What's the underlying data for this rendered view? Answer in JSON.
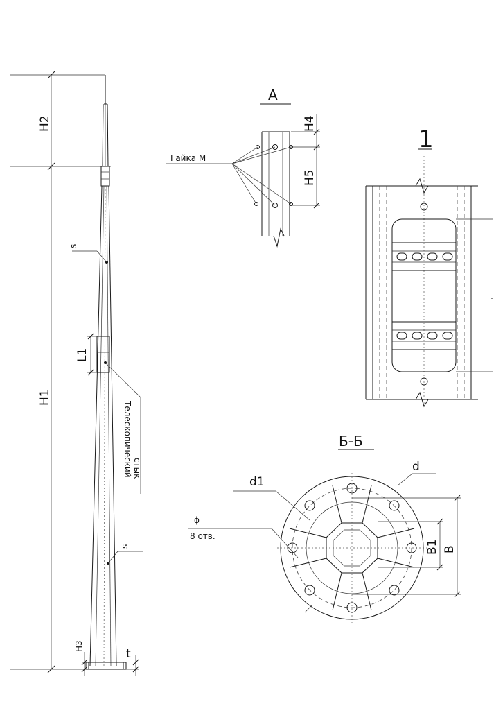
{
  "labels": {
    "h1": "H1",
    "h2": "H2",
    "h3": "H3",
    "h4": "H4",
    "h5": "H5",
    "l1": "L1",
    "t": "t",
    "s_upper": "s",
    "s_lower": "s",
    "telescopic_line1": "Телескопический",
    "telescopic_line2": "стык",
    "view_a": "A",
    "nut": "Гайка М",
    "view_1": "1",
    "section_bb": "Б-Б",
    "d": "d",
    "d1": "d1",
    "phi": "ϕ",
    "holes": "8 отв.",
    "b": "B",
    "b1": "B1"
  }
}
